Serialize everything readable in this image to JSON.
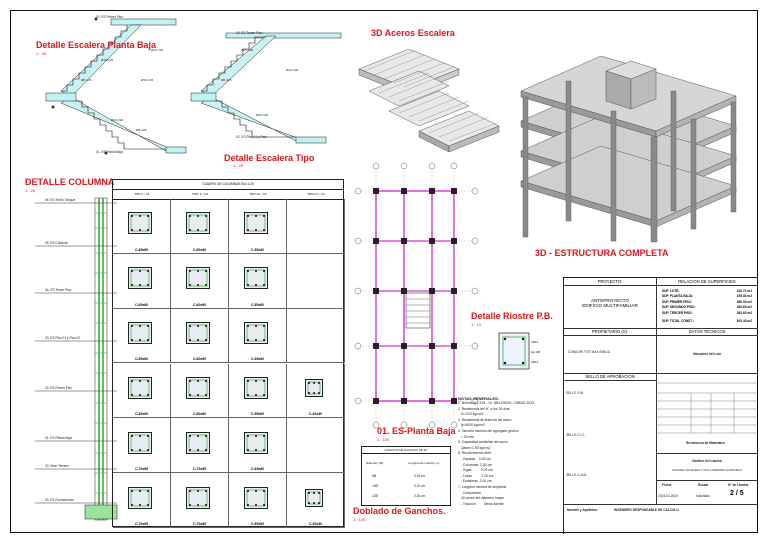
{
  "titles": {
    "stair_ground": "Detalle Escalera Planta Baja",
    "stair_ground_scale": "1 : 25",
    "stair_typical": "Detalle Escalera Tipo",
    "stair_typical_scale": "1 : 25",
    "stair_3d": "3D Aceros Escalera",
    "column_detail": "DETALLE COLUMNA",
    "column_detail_scale": "1 : 25",
    "structure_3d": "3D - ESTRUCTURA COMPLETA",
    "bracing_detail": "Detalle Riostre P.B.",
    "bracing_scale": "1 : 10",
    "es_plan": "01. ES-Planta Baja",
    "es_plan_scale": "1 : 100",
    "hooks": "Doblado de Ganchos.",
    "hooks_scale": "1 : 100"
  },
  "stair_labels": {
    "ground_top": "02. ES Primer Piso",
    "ground_bottom": "01. ES Planta Baja",
    "typ_top": "03. ES Tercer Piso",
    "typ_bottom": "02. ES Piso 01 y Piso"
  },
  "column_levels": [
    "06. ES Techo Tanque",
    "05. ES Cubierta",
    "04. ES Tercer Piso",
    "03. ES Piso 01 y Piso 02",
    "02. ES Primer Piso",
    "01. ES Planta Baja",
    "00. Nivel Terreno",
    "00. ES Fundaciones"
  ],
  "column_table": {
    "title": "CUADRO DE COLUMNAS     Esc:1:20",
    "headers": [
      "TIPO I - C1",
      "TIPO II - C2",
      "TIPO III - C3",
      "TIPO IV - C4"
    ],
    "rows": [
      [
        "C-65x60",
        "C-60x60",
        "C-55x60",
        ""
      ],
      [
        "C-65x60",
        "C-60x60",
        "C-55x60",
        ""
      ],
      [
        "C-65x60",
        "C-60x60",
        "C-55x60",
        ""
      ],
      [
        "C-65x60",
        "C-60x60",
        "C-55x60",
        "C-30x30"
      ],
      [
        "C-70x65",
        "C-70x65",
        "C-65x60",
        ""
      ],
      [
        "C-70x65",
        "C-70x65",
        "C-65x60",
        "C-30x30"
      ]
    ]
  },
  "notes": {
    "title": "NOTAS GENERALES:",
    "lines": [
      "1. Norma ACI 318 - 19, NB1225001, CNBDS-2023",
      "2. Resistencia del H° a los 28 días",
      "   f'c=210 kg/cm2",
      "3. Resistencia de fluencia del acero",
      "   fy=5000 kg/cm2",
      "4. Tamaño máximo del agregado grueso",
      "   = 25 mm",
      "5. Capacidad admisible del suelo",
      "   Qadm=1.50 kg/cm2",
      "6. Recubrimiento libre:",
      "   - Zapatas    5.00 cm",
      "   - Columnas  2.50 cm",
      "   - Vigas          2.00 cm",
      "   - Losas          2.00 cm",
      "   - Escaleras  2.00 cm",
      "7. Longitud mínima de empalme",
      "   - Compresión",
      "   40 veces del diámetro mayor",
      "   - Tracción         Mesa admite"
    ]
  },
  "hooks_table": {
    "title": "LONGITUD DE GANCHOS DE 90°",
    "headers": [
      "Diámetro (Ø)",
      "Longitud de Gancho (L)"
    ],
    "rows": [
      [
        "8Ø",
        "0.15 cm"
      ],
      [
        "10Ø",
        "0.20 cm"
      ],
      [
        "12Ø",
        "0.25 cm"
      ]
    ]
  },
  "title_block": {
    "project_h": "PROYECTO:",
    "project": "ANTEPROYECTO\nEDIFICIO MULTIFAMILIAR",
    "surfaces_h": "RELACION DE SUPERFICIES",
    "surfaces": [
      [
        "SUP. LOTE:",
        "410.72 m2"
      ],
      [
        "SUP. PLANTA BAJA:",
        "195.53 m2"
      ],
      [
        "SUP. PRIMER PISO:",
        "280.93 m2"
      ],
      [
        "SUP. SEGUNDO PISO:",
        "263.63 m2"
      ],
      [
        "SUP. TERCER PISO:",
        "263.63 m2"
      ],
      [
        "SUP. TOTAL CONST.:",
        "923.43 m2"
      ]
    ],
    "owner_h": "PROPIETARIO (S):",
    "owner": "CONDORI TITE MAX EMILIA",
    "tech_h": "DATOS TECNICOS",
    "seal_h": "SELLO DE APROBACION",
    "seal_rows": [
      "SELLO G.M.",
      "SELLO C.I.C.",
      "SELLO G.A.M."
    ],
    "zone_h": "Ubicación del Lote",
    "materials_h": "Resistencia de Materiales",
    "facade_h": "Nombre del Lamina",
    "sheet_name": "COLUMNA, ESCALERA Y VIGA A INFERIOR PLANTA BAJA",
    "date_h": "Fecha",
    "scale_h": "Escala",
    "sheet_no_h": "N° de Lamina",
    "date": "2024-04-2024",
    "scale": "Indicadas",
    "sheet_no": "2 / 5",
    "signature": "Nombre y Apellidos:",
    "engineer": "INGENIERO RESPONSABLE DE CALCULO"
  },
  "colors": {
    "red": "#e0141b",
    "cyan": "#22c4c4",
    "magenta": "#cc00cc",
    "green": "#1fa31f"
  }
}
